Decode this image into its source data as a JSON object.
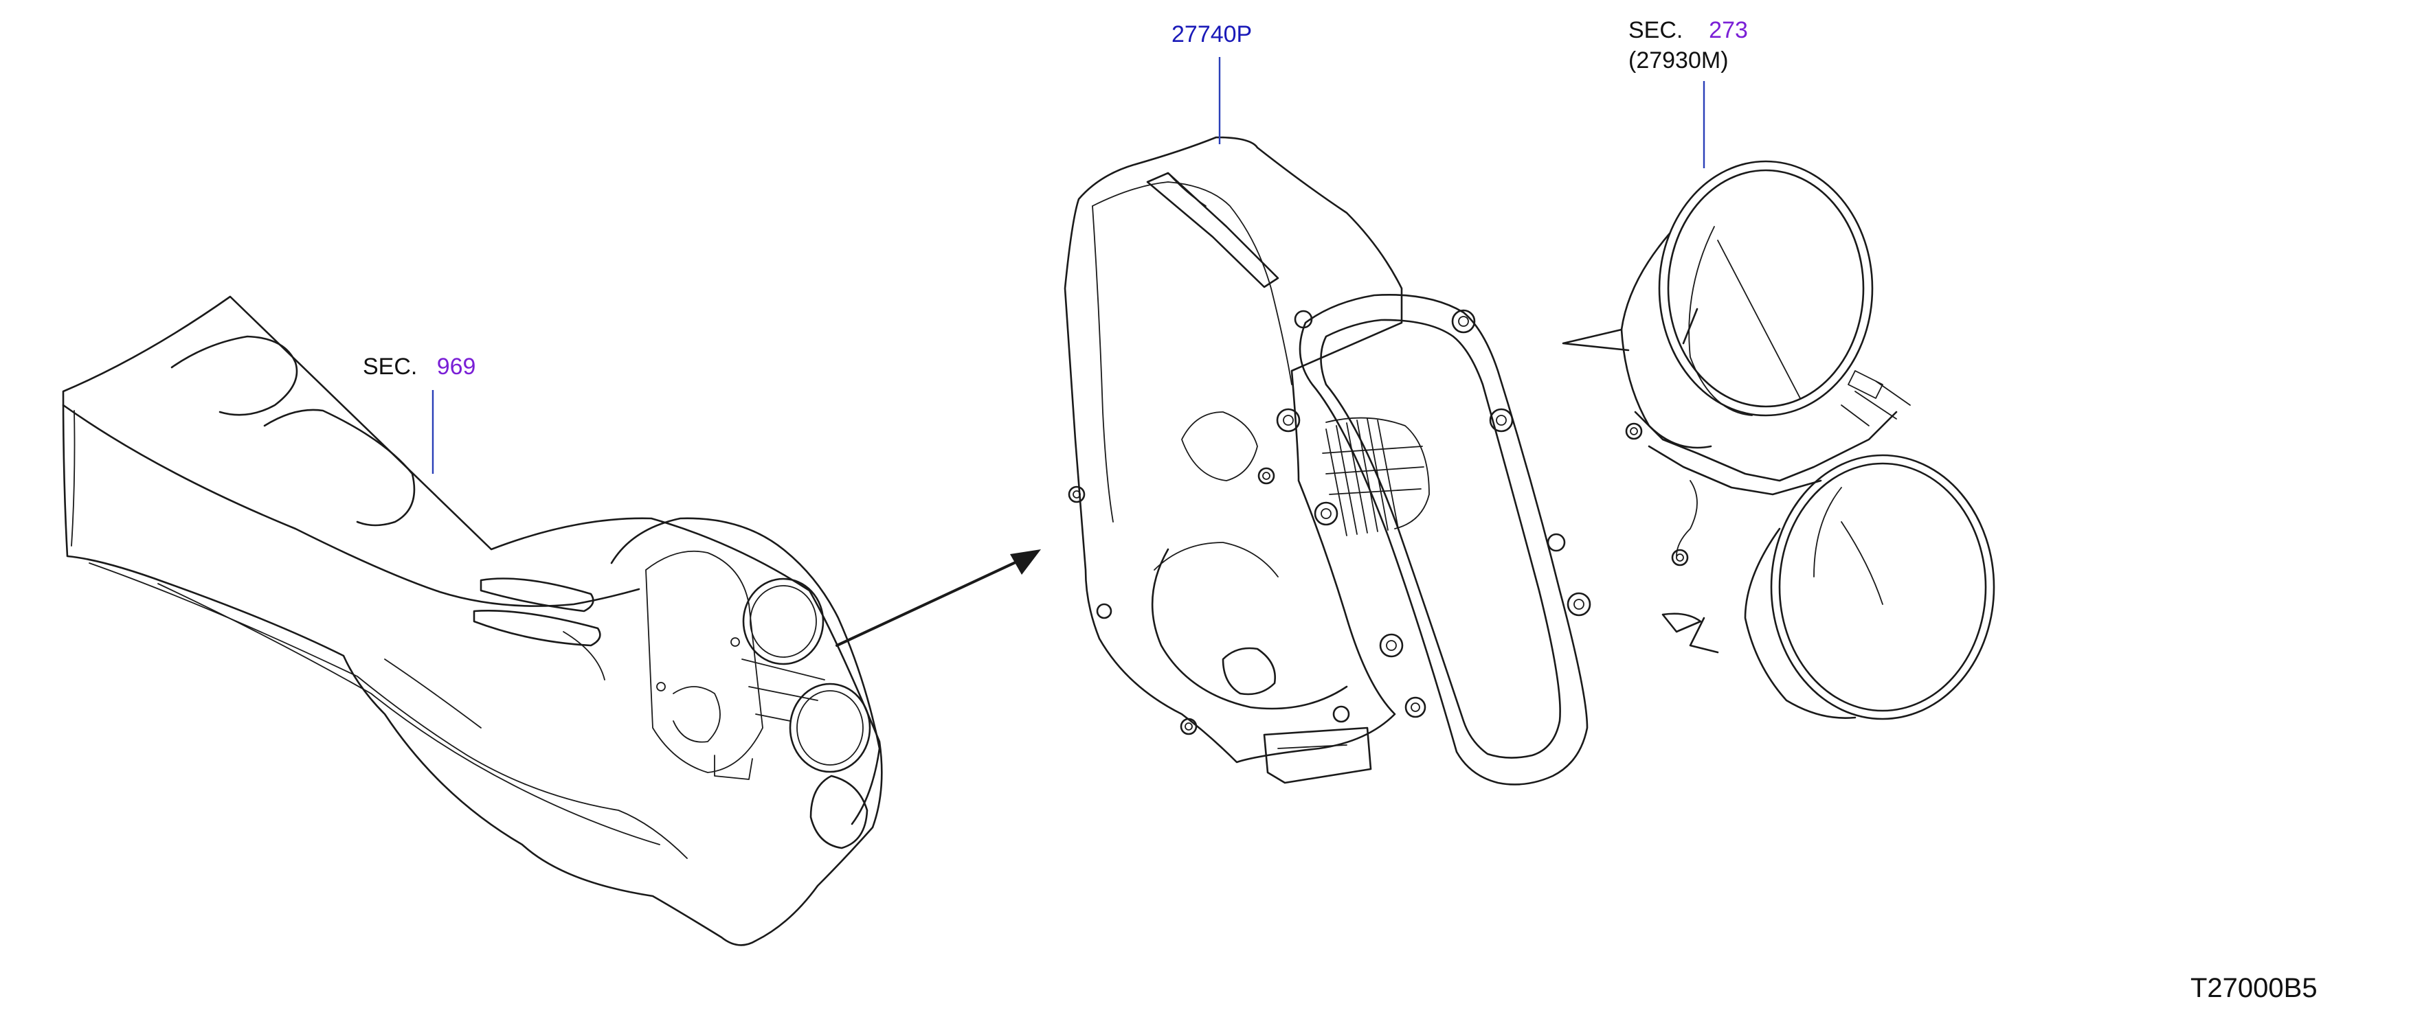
{
  "labels": {
    "sec_prefix": "SEC.",
    "sec_969": "969",
    "part_27740p": "27740P",
    "sec_273": "273",
    "part_27930m": "(27930M)",
    "diagram_code": "T27000B5"
  },
  "colors": {
    "line": "#1a1a1a",
    "leader": "#2a3fb8",
    "part_number": "#1a1ab8",
    "section_number": "#7a1fd6"
  }
}
